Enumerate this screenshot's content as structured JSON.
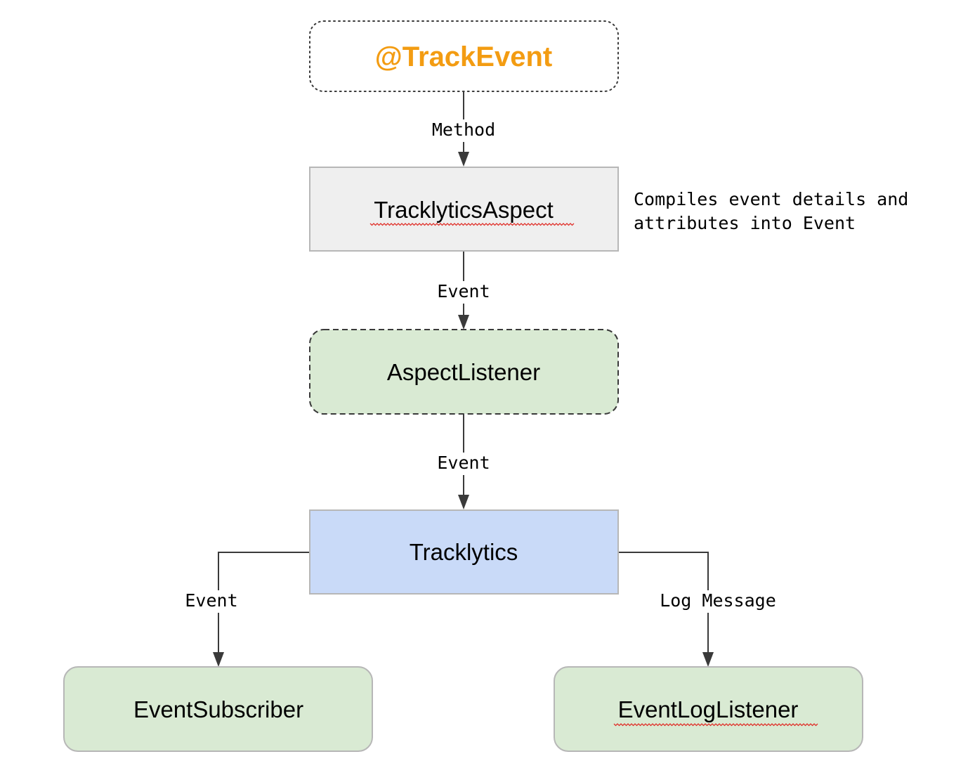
{
  "colors": {
    "annotation_accent": "#f39c12",
    "aspect_fill": "#efefef",
    "listener_fill": "#d9ead3",
    "core_fill": "#c9daf8",
    "border": "#b7b7b7",
    "edge": "#3a3a3a"
  },
  "nodes": {
    "track_event": "@TrackEvent",
    "tracklytics_aspect": "TracklyticsAspect",
    "aspect_listener": "AspectListener",
    "tracklytics": "Tracklytics",
    "event_subscriber": "EventSubscriber",
    "event_log_listener": "EventLogListener"
  },
  "edges": {
    "method": "Method",
    "aspect_to_listener": "Event",
    "listener_to_core": "Event",
    "core_to_subscriber": "Event",
    "core_to_log": "Log Message"
  },
  "note": {
    "line1": "Compiles event details and",
    "line2": "attributes into Event"
  }
}
